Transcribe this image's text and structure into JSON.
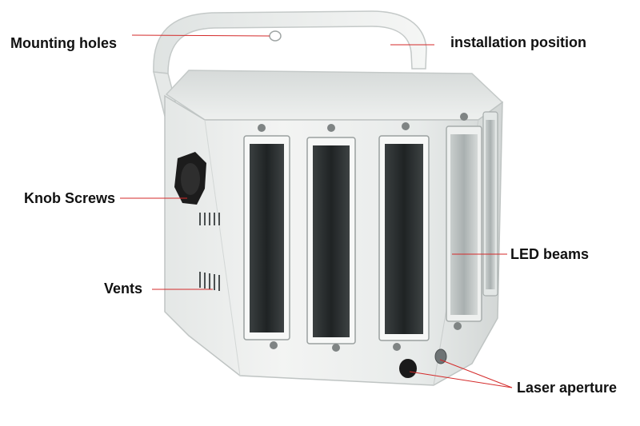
{
  "labels": {
    "mounting_holes": "Mounting holes",
    "installation_position": "installation position",
    "knob_screws": "Knob Screws",
    "vents": "Vents",
    "led_beams": "LED beams",
    "laser_aperture": "Laser aperture"
  },
  "colors": {
    "background": "#ffffff",
    "housing": "#eef0ee",
    "leader_line": "#d42a2a",
    "lens_dark": "#2a2d2e",
    "knob": "#1c1c1c"
  }
}
